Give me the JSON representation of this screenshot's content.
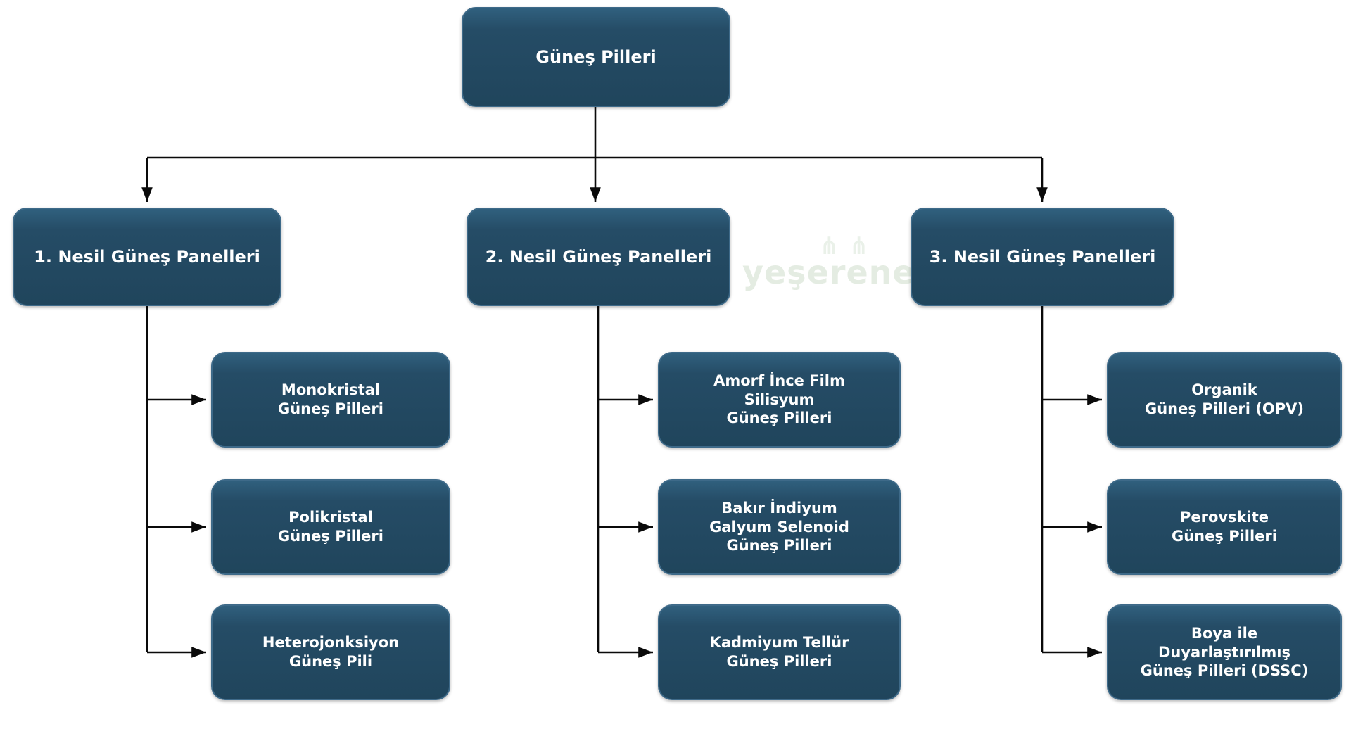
{
  "tree": {
    "root": "Güneş Pilleri",
    "generations": [
      {
        "label": "1. Nesil Güneş Panelleri",
        "children": [
          "Monokristal\nGüneş Pilleri",
          "Polikristal\nGüneş Pilleri",
          "Heterojonksiyon\nGüneş Pili"
        ]
      },
      {
        "label": "2. Nesil Güneş Panelleri",
        "children": [
          "Amorf İnce Film\nSilisyum\nGüneş Pilleri",
          "Bakır İndiyum\nGalyum Selenoid\nGüneş Pilleri",
          "Kadmiyum Tellür\nGüneş Pilleri"
        ]
      },
      {
        "label": "3. Nesil Güneş Panelleri",
        "children": [
          "Organik\nGüneş Pilleri (OPV)",
          "Perovskite\nGüneş Pilleri",
          "Boya ile\nDuyarlaştırılmış\nGüneş Pilleri (DSSC)"
        ]
      }
    ]
  },
  "watermark": "yeşerenerji",
  "colors": {
    "box_fill": "#20455c",
    "box_border": "#3e6a89",
    "text": "#ffffff",
    "line": "#0a0a0a",
    "watermark": "#e4ece2"
  }
}
